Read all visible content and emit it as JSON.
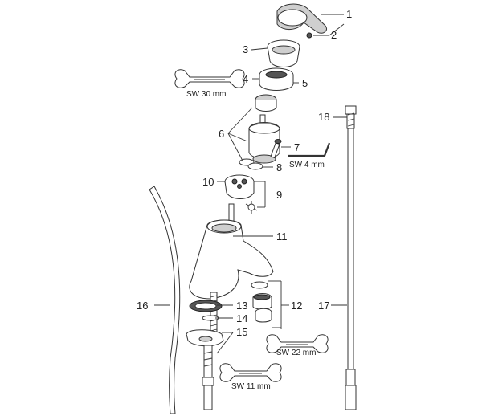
{
  "callouts": {
    "c1": "1",
    "c2": "2",
    "c3": "3",
    "c4": "4",
    "c5": "5",
    "c6": "6",
    "c7": "7",
    "c8": "8",
    "c9": "9",
    "c10": "10",
    "c11": "11",
    "c12": "12",
    "c13": "13",
    "c14": "14",
    "c15": "15",
    "c16": "16",
    "c17": "17",
    "c18": "18"
  },
  "wrench_labels": {
    "sw30": "SW 30 mm",
    "sw4": "SW 4 mm",
    "sw22": "SW 22 mm",
    "sw11": "SW 11 mm"
  }
}
